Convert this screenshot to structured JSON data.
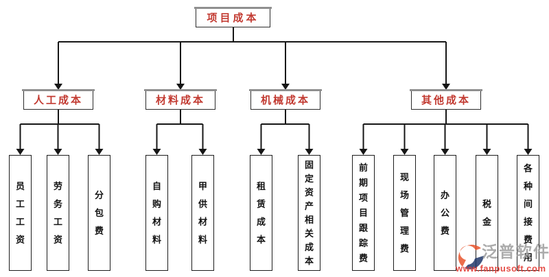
{
  "root": {
    "label": "项目成本"
  },
  "groups": [
    {
      "label": "人工成本",
      "children": [
        {
          "label": "员工工资"
        },
        {
          "label": "劳务工资"
        },
        {
          "label": "分包费"
        }
      ]
    },
    {
      "label": "材料成本",
      "children": [
        {
          "label": "自购材料"
        },
        {
          "label": "甲供材料"
        }
      ]
    },
    {
      "label": "机械成本",
      "children": [
        {
          "label": "租赁成本"
        },
        {
          "label": "固定资产相关成本"
        }
      ]
    },
    {
      "label": "其他成本",
      "children": [
        {
          "label": "前期项目跟踪费"
        },
        {
          "label": "现场管理费"
        },
        {
          "label": "办公费"
        },
        {
          "label": "税金"
        },
        {
          "label": "各种间接费用"
        }
      ]
    }
  ],
  "watermark": {
    "brand": "泛普软件",
    "url": "www.fanpusoft.com"
  },
  "colors": {
    "heading_red": "#c23a31",
    "box_border": "#1c1c1c",
    "box_top_bar": "#8f8f8f",
    "connector": "#161616",
    "watermark_gray": "#9d9d9d",
    "watermark_red": "#e23b34",
    "logo_orange": "#e8542c",
    "logo_navy": "#20386b"
  }
}
